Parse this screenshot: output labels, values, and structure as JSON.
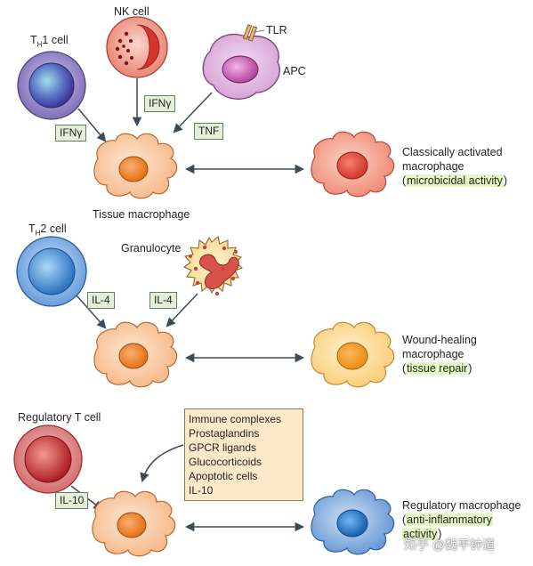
{
  "panel1": {
    "th1_cell": {
      "prefix": "T",
      "sub": "H",
      "suffix": "1 cell"
    },
    "nk_cell": "NK cell",
    "tlr": "TLR",
    "apc": "APC",
    "ifng_label_left": "IFNγ",
    "ifng_label_mid": "IFNγ",
    "tnf_label": "TNF",
    "tissue_macrophage": "Tissue macrophage",
    "result_line1": "Classically activated",
    "result_line2": "macrophage",
    "result_paren_open": "(",
    "result_highlight": "microbicidal activity",
    "result_paren_close": ")"
  },
  "panel2": {
    "th2_cell": {
      "prefix": "T",
      "sub": "H",
      "suffix": "2 cell"
    },
    "granulocyte": "Granulocyte",
    "il4_left": "IL-4",
    "il4_right": "IL-4",
    "result_line1": "Wound-healing",
    "result_line2": "macrophage",
    "result_paren_open": "(",
    "result_highlight": "tissue repair",
    "result_paren_close": ")"
  },
  "panel3": {
    "treg_cell": "Regulatory T cell",
    "il10_label": "IL-10",
    "stimuli": [
      "Immune complexes",
      "Prostaglandins",
      "GPCR ligands",
      "Glucocorticoids",
      "Apoptotic cells",
      "IL-10"
    ],
    "result_line1": "Regulatory macrophage",
    "result_highlight_line1": "anti-inflammatory",
    "result_highlight_line2": "activity",
    "result_paren_open": "(",
    "result_paren_close": ")"
  },
  "watermark": "知乎 @魏平钟道",
  "colors": {
    "resting_macrophage": "#f8c9a0",
    "classical_macrophage": "#f3a290",
    "wound_healing_macrophage": "#fcd79a",
    "regulatory_macrophage": "#7fa6d8",
    "th1": "#8c7fc0",
    "nk": "#e98a7c",
    "apc": "#e0b3dc",
    "th2": "#6ea3dd",
    "treg": "#d96a6a",
    "granulocyte": "#fbe4a7",
    "cytokine_tag": "#e3efd9",
    "highlight": "#e4f7c0"
  }
}
